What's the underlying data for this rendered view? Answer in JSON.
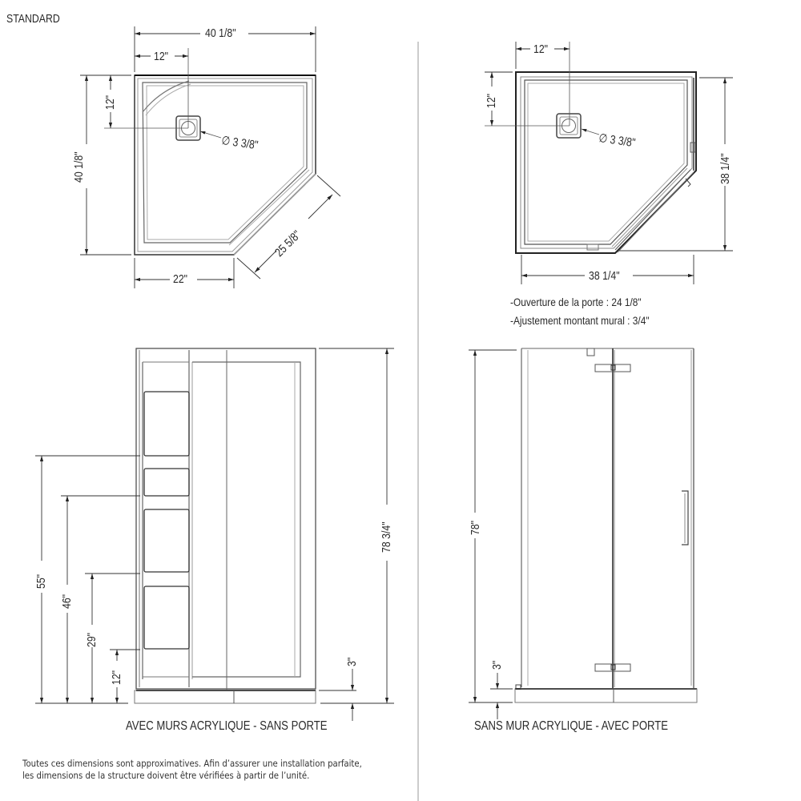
{
  "header": {
    "title": "STANDARD"
  },
  "plan_left": {
    "width_total": "40 1/8\"",
    "drain_offset_x": "12\"",
    "drain_offset_y": "12\"",
    "depth_total": "40 1/8\"",
    "drain_diameter": "3 3/8\"",
    "front_width": "22\"",
    "diagonal": "25 5/8\""
  },
  "plan_right": {
    "drain_offset_x": "12\"",
    "drain_offset_y": "12\"",
    "drain_diameter": "3 3/8\"",
    "depth_total": "38 1/4\"",
    "width_total": "38 1/4\"",
    "notes": [
      "-Ouverture de la porte : 24 1/8\"",
      "-Ajustement montant mural : 3/4\""
    ]
  },
  "elevation_left": {
    "height_total": "78 3/4\"",
    "shelf_heights": [
      "55\"",
      "46\"",
      "29\"",
      "12\""
    ],
    "base_height": "3\"",
    "caption": "AVEC MURS ACRYLIQUE - SANS PORTE"
  },
  "elevation_right": {
    "height_total": "78\"",
    "base_height": "3\"",
    "caption": "SANS MUR ACRYLIQUE - AVEC PORTE"
  },
  "footer": {
    "line1": "Toutes ces dimensions sont approximatives. Afin d’assurer une installation parfaite,",
    "line2": "les dimensions de la structure doivent être vérifiées à partir de l’unité."
  },
  "diameter_symbol": "∅"
}
